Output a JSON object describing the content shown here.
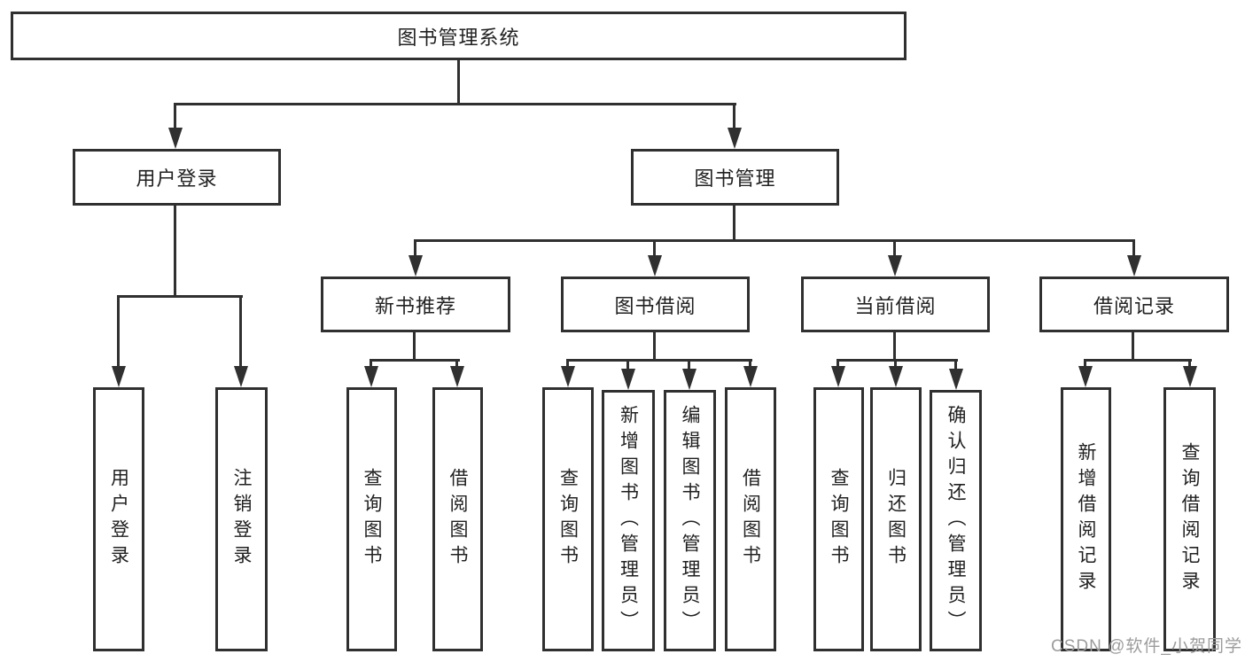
{
  "tree": {
    "root": "图书管理系统",
    "branches": [
      {
        "label": "用户登录",
        "children": [
          "用户登录",
          "注销登录"
        ]
      },
      {
        "label": "图书管理",
        "groups": [
          {
            "label": "新书推荐",
            "children": [
              "查询图书",
              "借阅图书"
            ]
          },
          {
            "label": "图书借阅",
            "children": [
              "查询图书",
              "新增图书（管理员）",
              "编辑图书（管理员）",
              "借阅图书"
            ]
          },
          {
            "label": "当前借阅",
            "children": [
              "查询图书",
              "归还图书",
              "确认归还（管理员）"
            ]
          },
          {
            "label": "借阅记录",
            "children": [
              "新增借阅记录",
              "查询借阅记录"
            ]
          }
        ]
      }
    ]
  },
  "watermark": {
    "text": "CSDN @软件_小贺同学"
  },
  "colors": {
    "line": "#303030",
    "text": "#212121",
    "watermark": "#9c9c9c",
    "background": "#ffffff"
  }
}
